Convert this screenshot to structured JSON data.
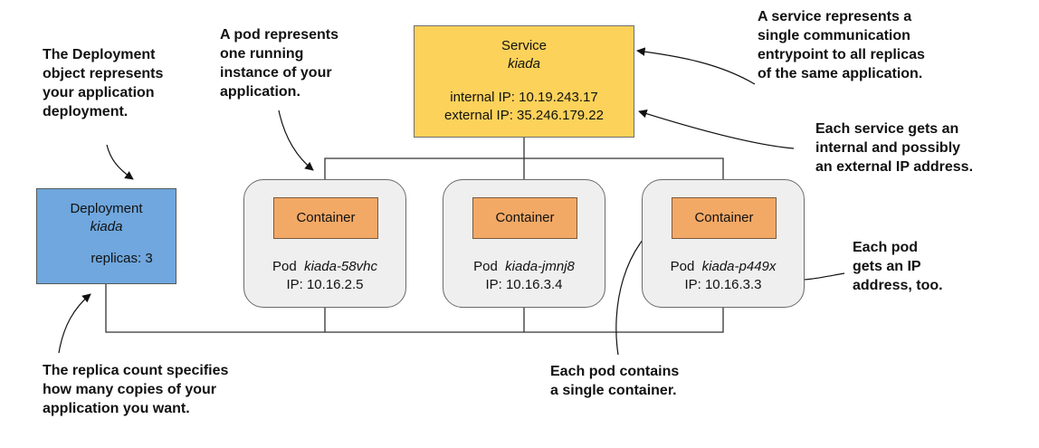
{
  "service": {
    "title": "Service",
    "name": "kiada",
    "internal_ip": "internal IP: 10.19.243.17",
    "external_ip": "external IP: 35.246.179.22"
  },
  "deployment": {
    "title": "Deployment",
    "name": "kiada",
    "replicas": "replicas: 3"
  },
  "pods": [
    {
      "prefix": "Pod",
      "name": "kiada-58vhc",
      "ip": "IP: 10.16.2.5",
      "container": "Container"
    },
    {
      "prefix": "Pod",
      "name": "kiada-jmnj8",
      "ip": "IP: 10.16.3.4",
      "container": "Container"
    },
    {
      "prefix": "Pod",
      "name": "kiada-p449x",
      "ip": "IP: 10.16.3.3",
      "container": "Container"
    }
  ],
  "annotations": {
    "deployment_object": [
      "The Deployment",
      "object represents",
      "your application",
      "deployment."
    ],
    "pod_represents": [
      "A pod represents",
      "one running",
      "instance of your",
      "application."
    ],
    "service_represents": [
      "A service represents a",
      "single communication",
      "entrypoint to all replicas",
      "of the same application."
    ],
    "service_ip": [
      "Each service gets an",
      "internal and possibly",
      "an external IP address."
    ],
    "pod_ip": [
      "Each pod",
      "gets an IP",
      "address, too."
    ],
    "replica_count": [
      "The replica count specifies",
      "how many copies of your",
      "application you want."
    ],
    "pod_contains": [
      "Each pod contains",
      "a single container."
    ]
  },
  "colors": {
    "service_fill": "#fcd25a",
    "deployment_fill": "#6fa7de",
    "pod_fill": "#efefef",
    "container_fill": "#f3a966",
    "line": "#222222"
  }
}
